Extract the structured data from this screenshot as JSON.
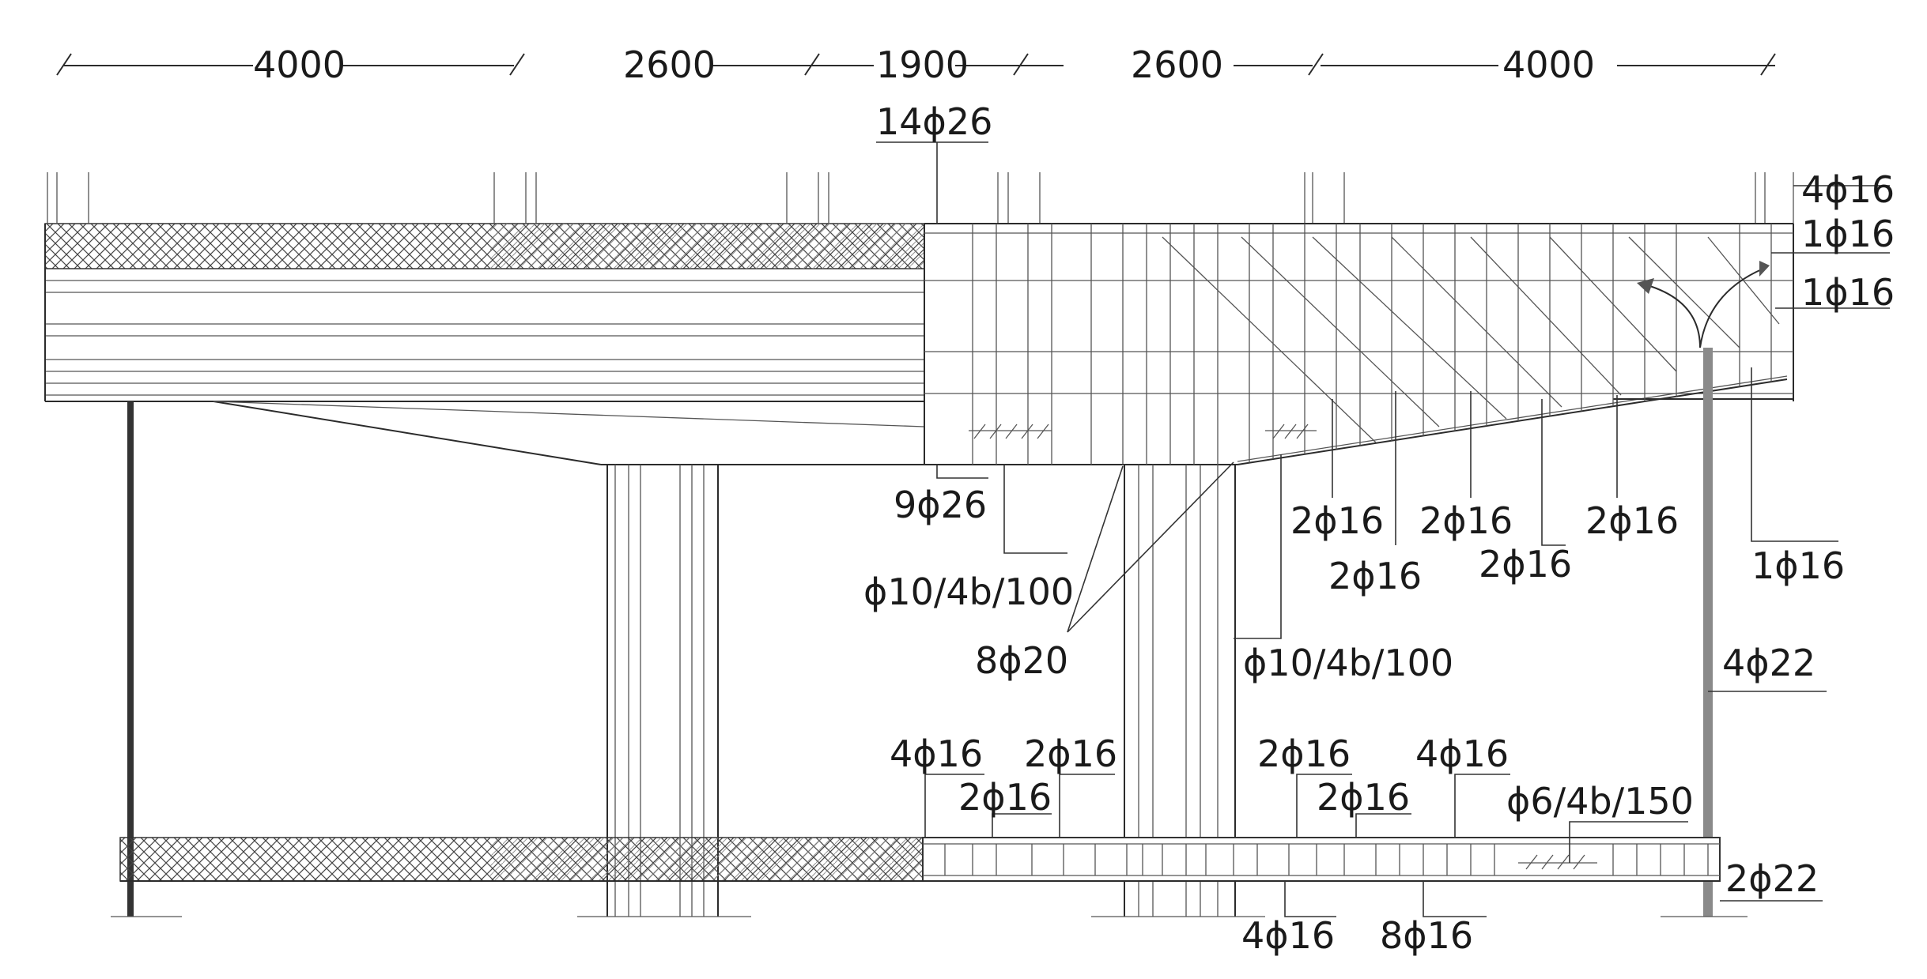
{
  "dimensions": {
    "d1": "4000",
    "d2": "2600",
    "d3": "1900",
    "d4": "2600",
    "d5": "4000"
  },
  "rebar": {
    "top_main": "14ϕ26",
    "bottom_main": "9ϕ26",
    "stirrup_left": "ϕ10/4b/100",
    "column_bars": "8ϕ20",
    "stirrup_right": "ϕ10/4b/100",
    "right_top_1": "4ϕ16",
    "right_top_2": "1ϕ16",
    "right_top_3": "1ϕ16",
    "bent_1": "2ϕ16",
    "bent_2": "2ϕ16",
    "bent_3": "2ϕ16",
    "bent_4": "2ϕ16",
    "bent_5": "2ϕ16",
    "right_bottom": "1ϕ16",
    "wall_bars": "4ϕ22",
    "slab_top_left": "4ϕ16",
    "slab_top_2": "2ϕ16",
    "slab_top_3": "2ϕ16",
    "slab_top_4": "2ϕ16",
    "slab_top_5": "2ϕ16",
    "slab_top_right": "4ϕ16",
    "slab_stirrup": "ϕ6/4b/150",
    "slab_edge": "2ϕ22",
    "slab_bottom_1": "4ϕ16",
    "slab_bottom_2": "8ϕ16"
  }
}
